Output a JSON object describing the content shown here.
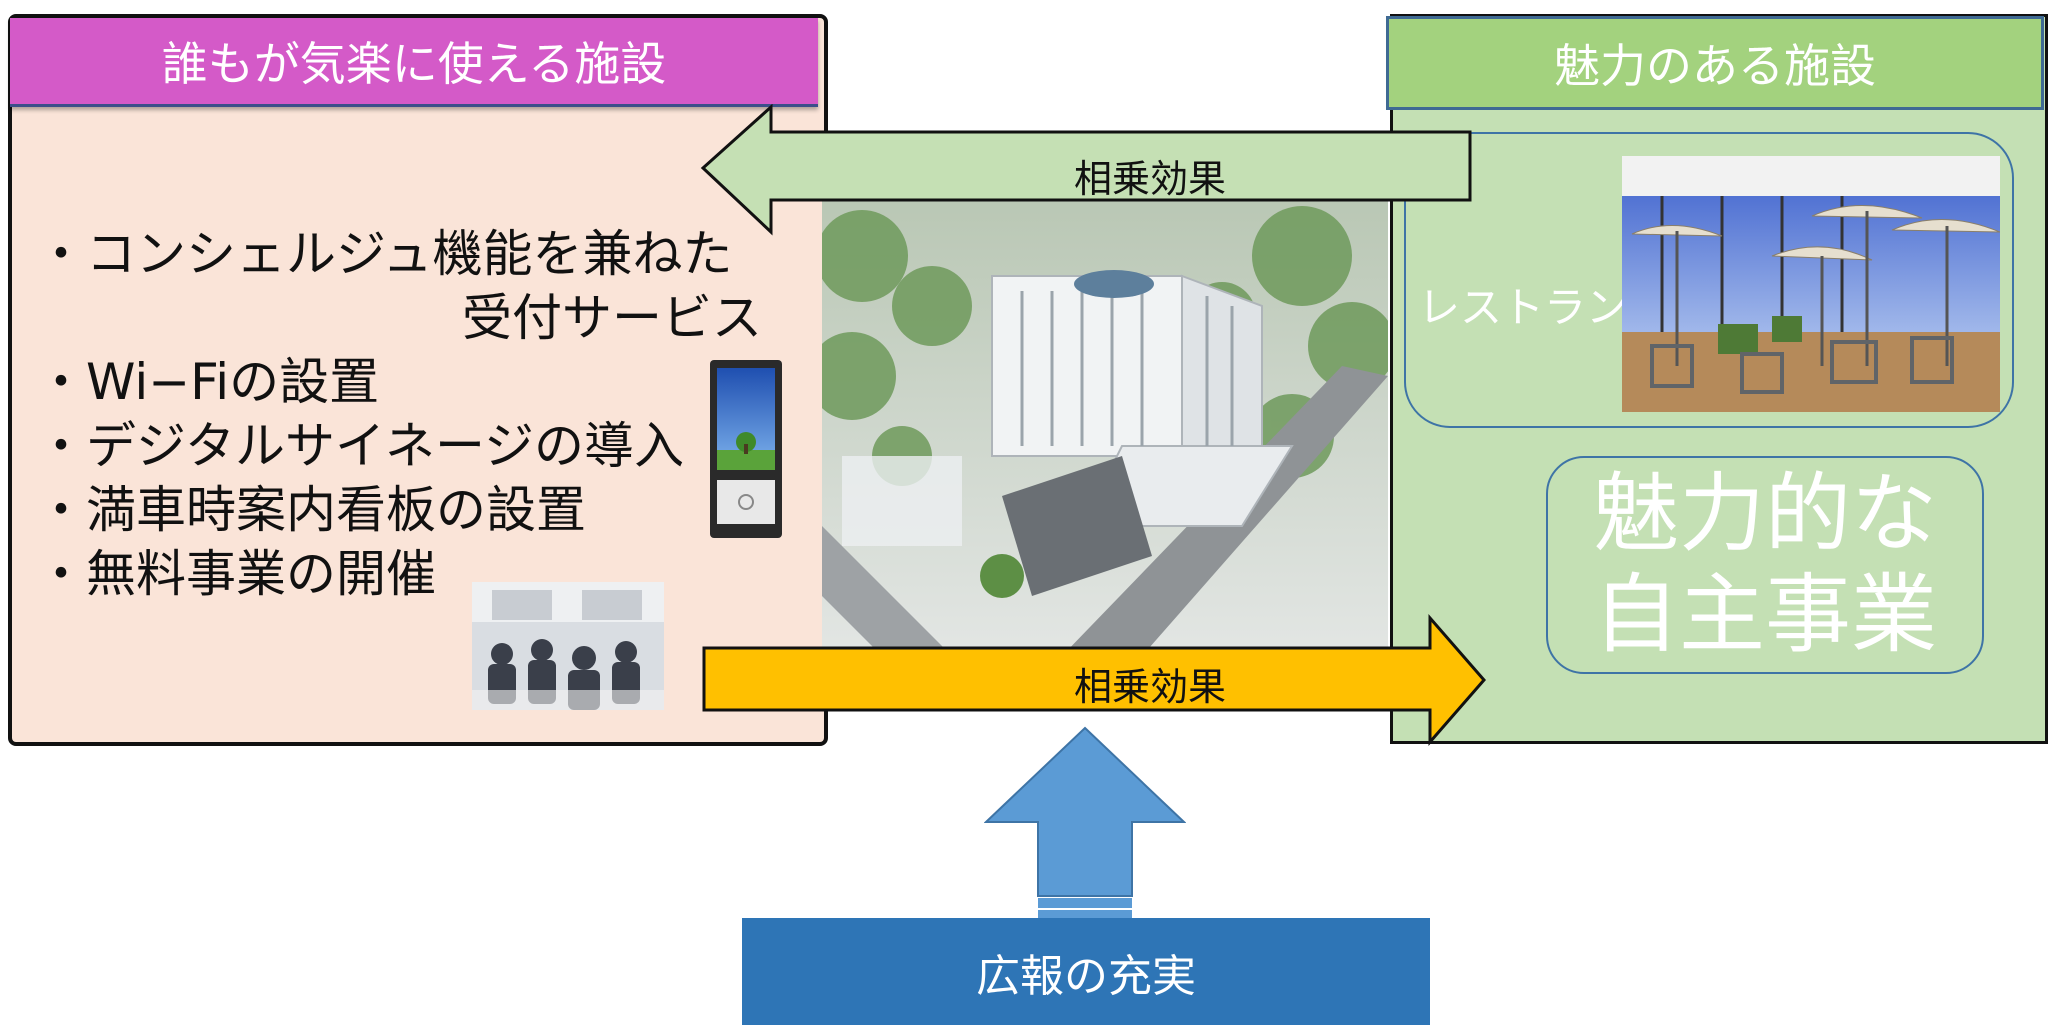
{
  "left": {
    "header": "誰もが気楽に使える施設",
    "items": [
      "・コンシェルジュ機能を兼ねた",
      "受付サービス",
      "・Wi−Fiの設置",
      "・デジタルサイネージの導入",
      "・満車時案内看板の設置",
      "・無料事業の開催"
    ]
  },
  "right": {
    "header": "魅力のある施設",
    "restaurant_label": "レストラン",
    "business_line1": "魅力的な",
    "business_line2": "自主事業"
  },
  "arrows": {
    "top_label": "相乗効果",
    "bottom_label": "相乗効果"
  },
  "pr_label": "広報の充実",
  "colors": {
    "left_header": "#d45ac8",
    "left_bg": "#fae4d8",
    "right_header": "#a3d27e",
    "right_bg": "#c4e0b4",
    "arrow_green": "#c5e0b4",
    "arrow_orange": "#ffc000",
    "arrow_blue": "#5b9bd5",
    "pr_box": "#2e75b6"
  }
}
